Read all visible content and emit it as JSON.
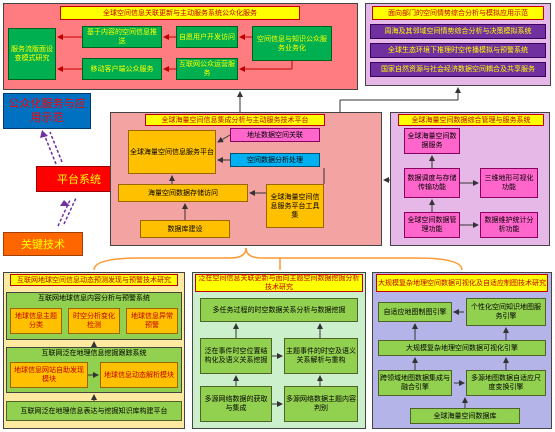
{
  "colors": {
    "top_left_bg": "#ff7c80",
    "top_right_bg": "#e6b8e8",
    "center_bg": "#f4a3a3",
    "right_mid_bg": "#e6b8e8",
    "bottom_left_bg": "#fde9a0",
    "bottom_mid_bg": "#ccf0cc",
    "bottom_right_bg": "#b4b4e8",
    "label_public": "#0070c0",
    "label_platform": "#ff0000",
    "label_tech": "#ff6600"
  },
  "side_labels": {
    "public": "公众化服务与应用示范",
    "platform": "平台系统",
    "tech": "关键技术"
  },
  "top_left": {
    "title": "全球空间信息关联更新与主动服务系统公众化服务",
    "boxes": {
      "a": "服务流版面设查模式研究",
      "b": "基于内容的空间信息推送",
      "c": "自愿用户开发访问",
      "d": "空间信息与知识公众服务业务化",
      "e": "移动客户端公众服务",
      "f": "互联网公众运营服务"
    }
  },
  "top_right": {
    "title": "面向部门的空间情势综合分析与模拟应用示范",
    "items": [
      "周海及其邻域空间情势综合分析与决策模拟系统",
      "全球生态环境下推理时空传播模拟与预警系统",
      "国家自然资源与社会经济数据空间耦合及共享服务"
    ]
  },
  "center": {
    "title": "全球海量空间信息集成分析与主动服务技术平台",
    "main_service": "全球海量空间信息服务平台",
    "assoc": "地址数据空间关联",
    "process": "空间数据分析处理",
    "access": "海量空间数据存储访问",
    "toolset": "全球海量空间信息服务平台工具集",
    "database": "数据库建设"
  },
  "right_mid": {
    "title": "全球海量空间数据综合管理与服务系统",
    "left_boxes": [
      "全球海量空间数据服务",
      "数据调度与存储传输功能",
      "全球空间数据管理功能"
    ],
    "right_boxes": [
      "三维地形可视化功能",
      "数据维护统计分析功能"
    ]
  },
  "bottom_left": {
    "title": "互联网地球空间信息动态预测发现与预警技术研究",
    "sec1_title": "互联网地球信息内容分析与预警系统",
    "sec1_boxes": [
      "地球信息主题分类",
      "时空分析变化检测",
      "地球信息异常预警"
    ],
    "sec2_title": "互联网泛在地理信息挖掘跟踪系统",
    "sec2_boxes": [
      "地球信息网站自助发现模块",
      "地球信息动态解析模块"
    ],
    "sec3": "互联网泛在地理信息表达与挖掘知识库构建平台"
  },
  "bottom_mid": {
    "title": "泛在空间信息关联更新与面向主题空间数据挖掘分析技术研究",
    "top": "多任务过程的时空数据关系分析与数据挖掘",
    "mid_left": "泛在事件时空位置结构化及语义关系挖掘",
    "mid_right": "主题事件的时空及语义关系解析与重构",
    "bot_left": "多源网络数据的获取与集成",
    "bot_right": "多源网络数据主题内容判别"
  },
  "bottom_right": {
    "title": "大规模复杂地理空间数据可视化及自适应制图技术研究",
    "r1_left": "自适应地图制图引擎",
    "r1_right": "个性化空间知识地图服务引擎",
    "r2": "大规模复杂地理空间数据可视化引擎",
    "r3_left": "跨领域地图数据集成与融合引擎",
    "r3_right": "多源地图数据自适应尺度变换引擎",
    "r4": "全球海量空间数据库"
  }
}
